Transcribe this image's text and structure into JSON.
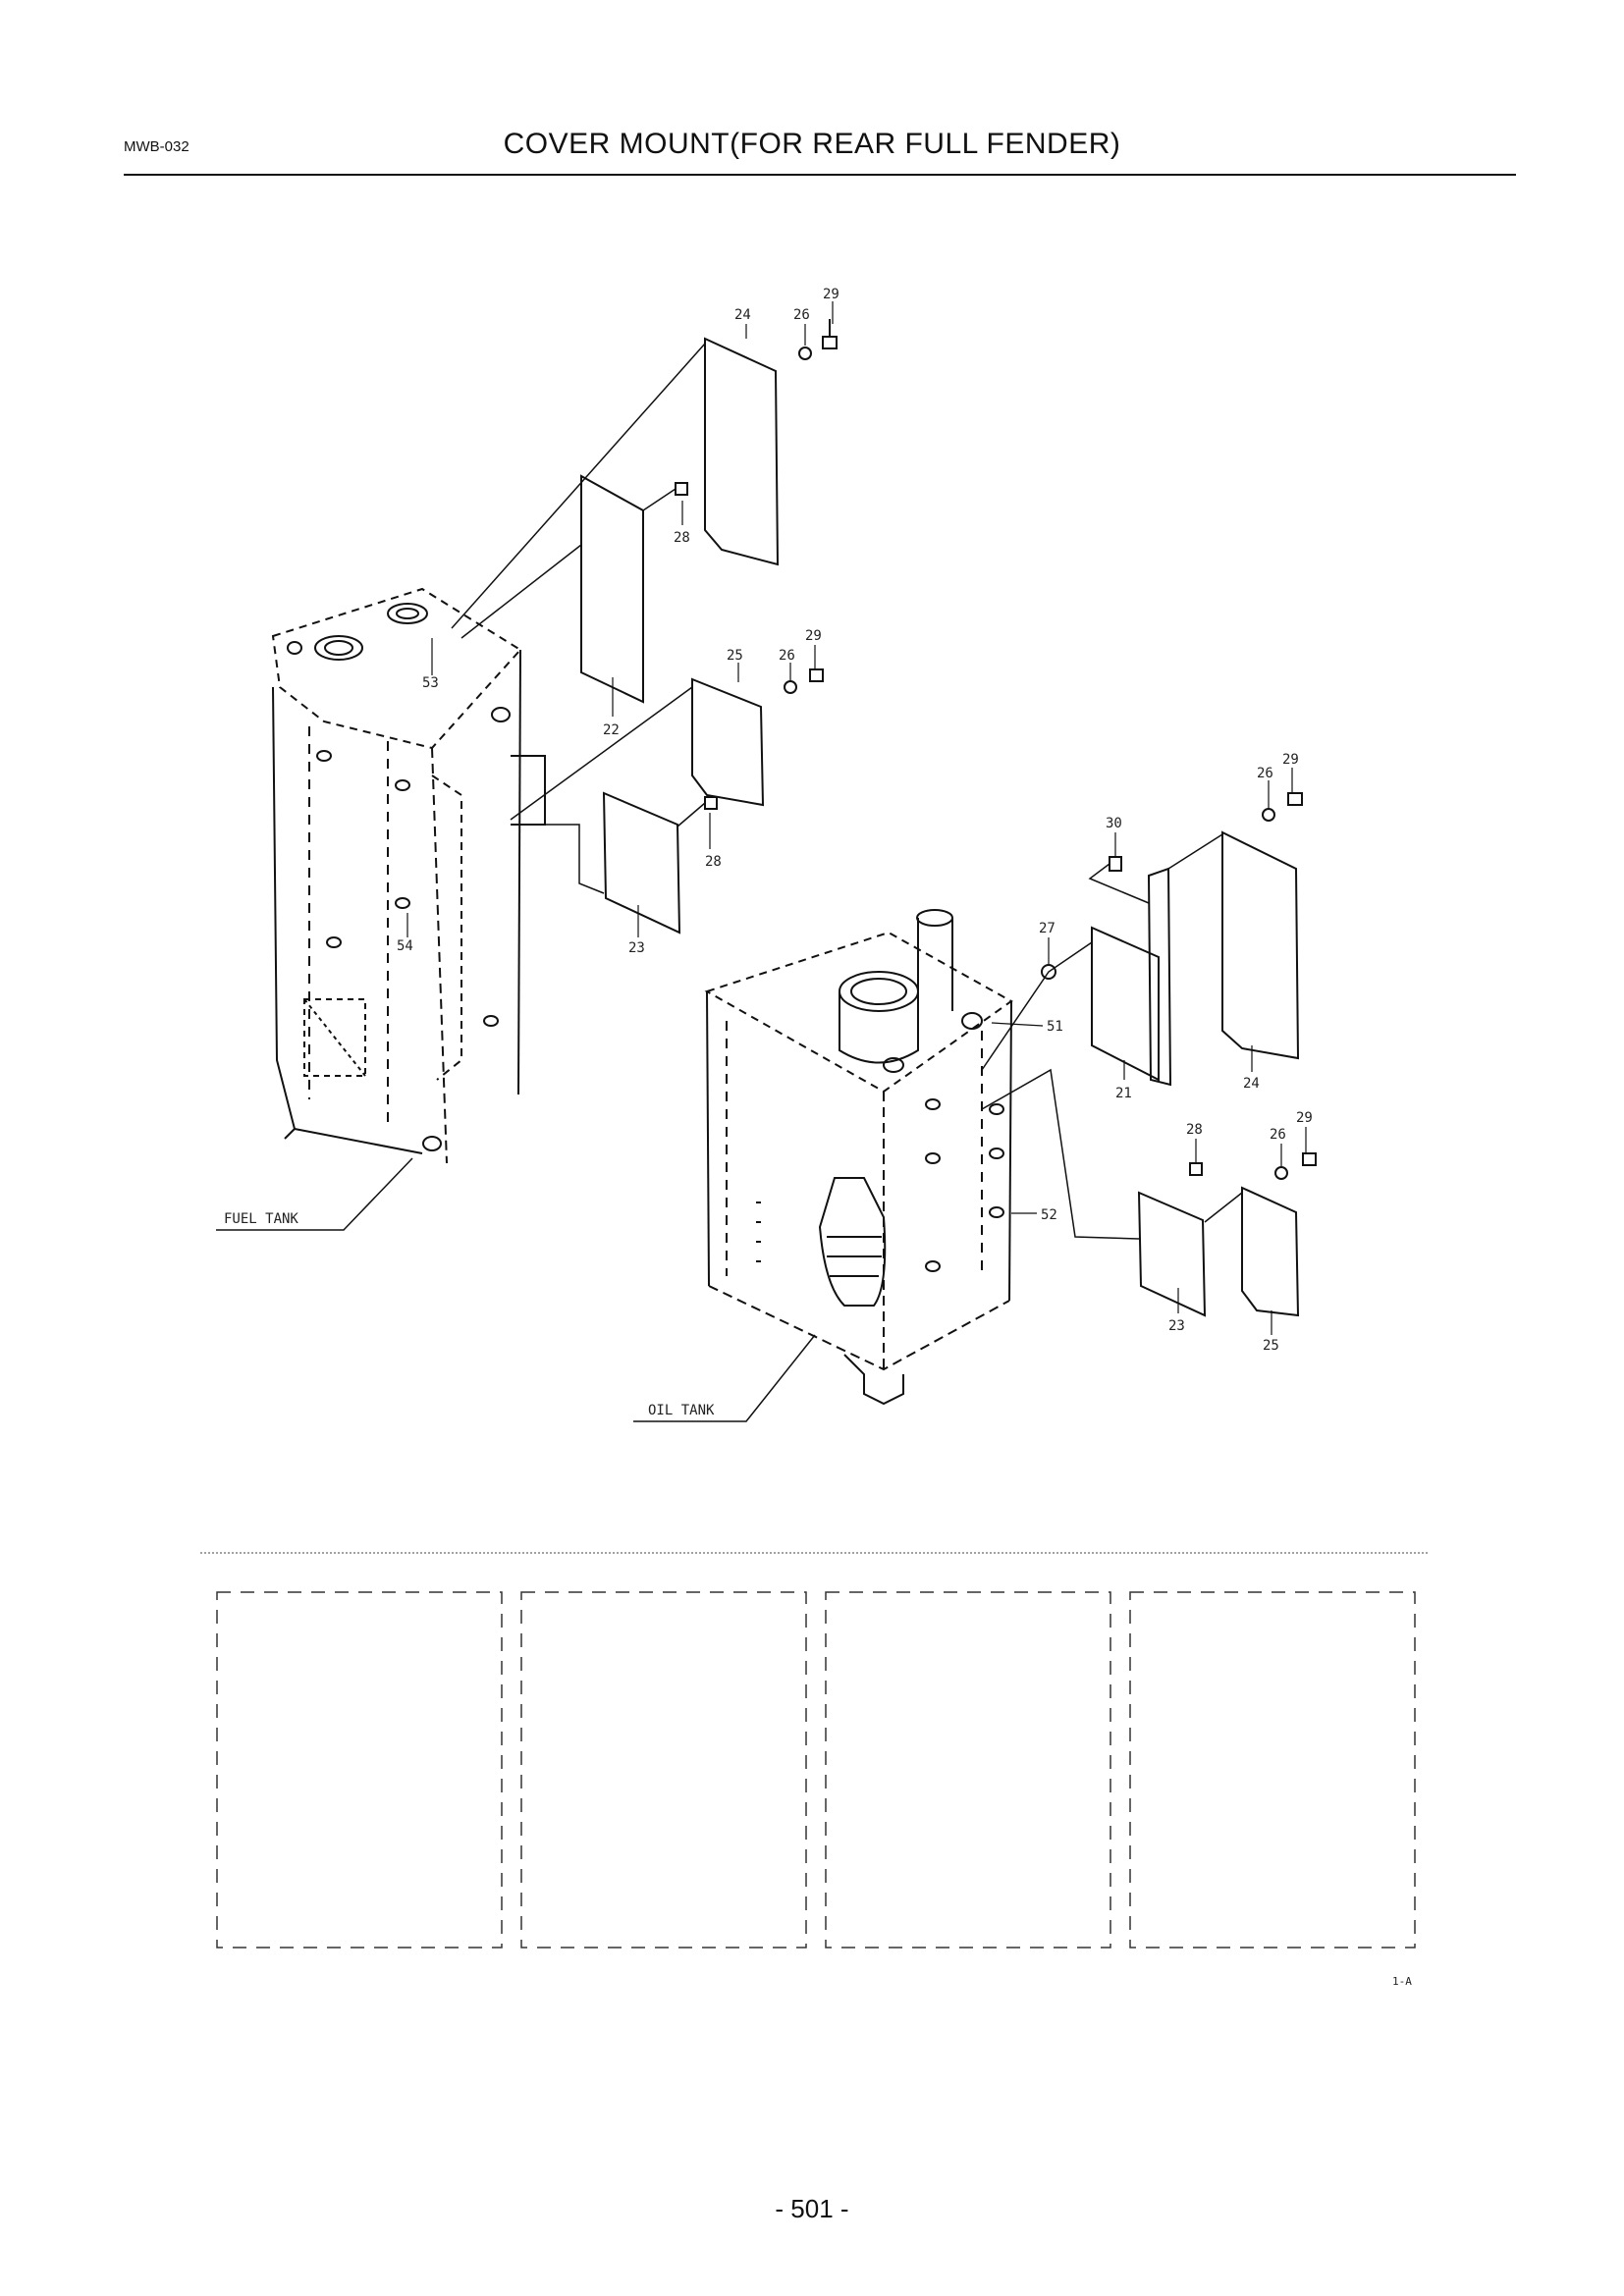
{
  "header": {
    "code": "MWB-032",
    "title": "COVER MOUNT(FOR REAR FULL FENDER)"
  },
  "diagram": {
    "part_callouts": [
      "21",
      "22",
      "23",
      "23",
      "24",
      "24",
      "25",
      "25",
      "26",
      "26",
      "26",
      "26",
      "27",
      "28",
      "28",
      "28",
      "29",
      "29",
      "29",
      "29",
      "30",
      "51",
      "52",
      "53",
      "54"
    ],
    "assemblies": {
      "fuel_tank": "FUEL TANK",
      "oil_tank": "OIL TANK"
    },
    "figure_ref": "1-A"
  },
  "footer": {
    "page_number": "- 501 -"
  }
}
